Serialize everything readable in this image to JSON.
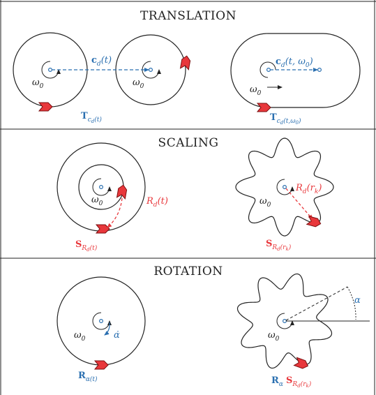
{
  "panels": {
    "translation": {
      "title": "TRANSLATION",
      "label_cd": "c",
      "label_cd_sub": "d",
      "label_cd_args": "(t)",
      "label_cd2_args": "(t, ω",
      "label_cd2_sub0": "0",
      "label_omega": "ω",
      "label_omega_sub": "0",
      "label_T": "T",
      "label_T_sub": "c",
      "label_T_subsub": "d",
      "label_T_args": "(t)",
      "label_T2_args": "(t,ω",
      "label_T2_sub0": "0"
    },
    "scaling": {
      "title": "SCALING",
      "label_R": "R",
      "label_R_sub": "d",
      "label_R_args": "(t)",
      "label_Rr_args": "(r",
      "label_Rr_k": "k",
      "label_omega": "ω",
      "label_omega_sub": "0",
      "label_S": "S",
      "label_S_sub": "R",
      "label_S_subsub": "d",
      "label_S_args": "(t)",
      "label_S2_args": "(r",
      "label_S2_k": "k"
    },
    "rotation": {
      "title": "ROTATION",
      "label_omega": "ω",
      "label_omega_sub": "0",
      "label_alpha_dot": "α̇",
      "label_alpha": "α",
      "label_R": "R",
      "label_R_sub": "α(t)",
      "label_R2_sub": "α",
      "label_S": "S",
      "label_S_sub": "R",
      "label_S_subsub": "d",
      "label_S_args": "(r",
      "label_S_k": "k"
    }
  },
  "colors": {
    "blue": "#2a6fb0",
    "red": "#e8373b",
    "line": "#222222"
  }
}
